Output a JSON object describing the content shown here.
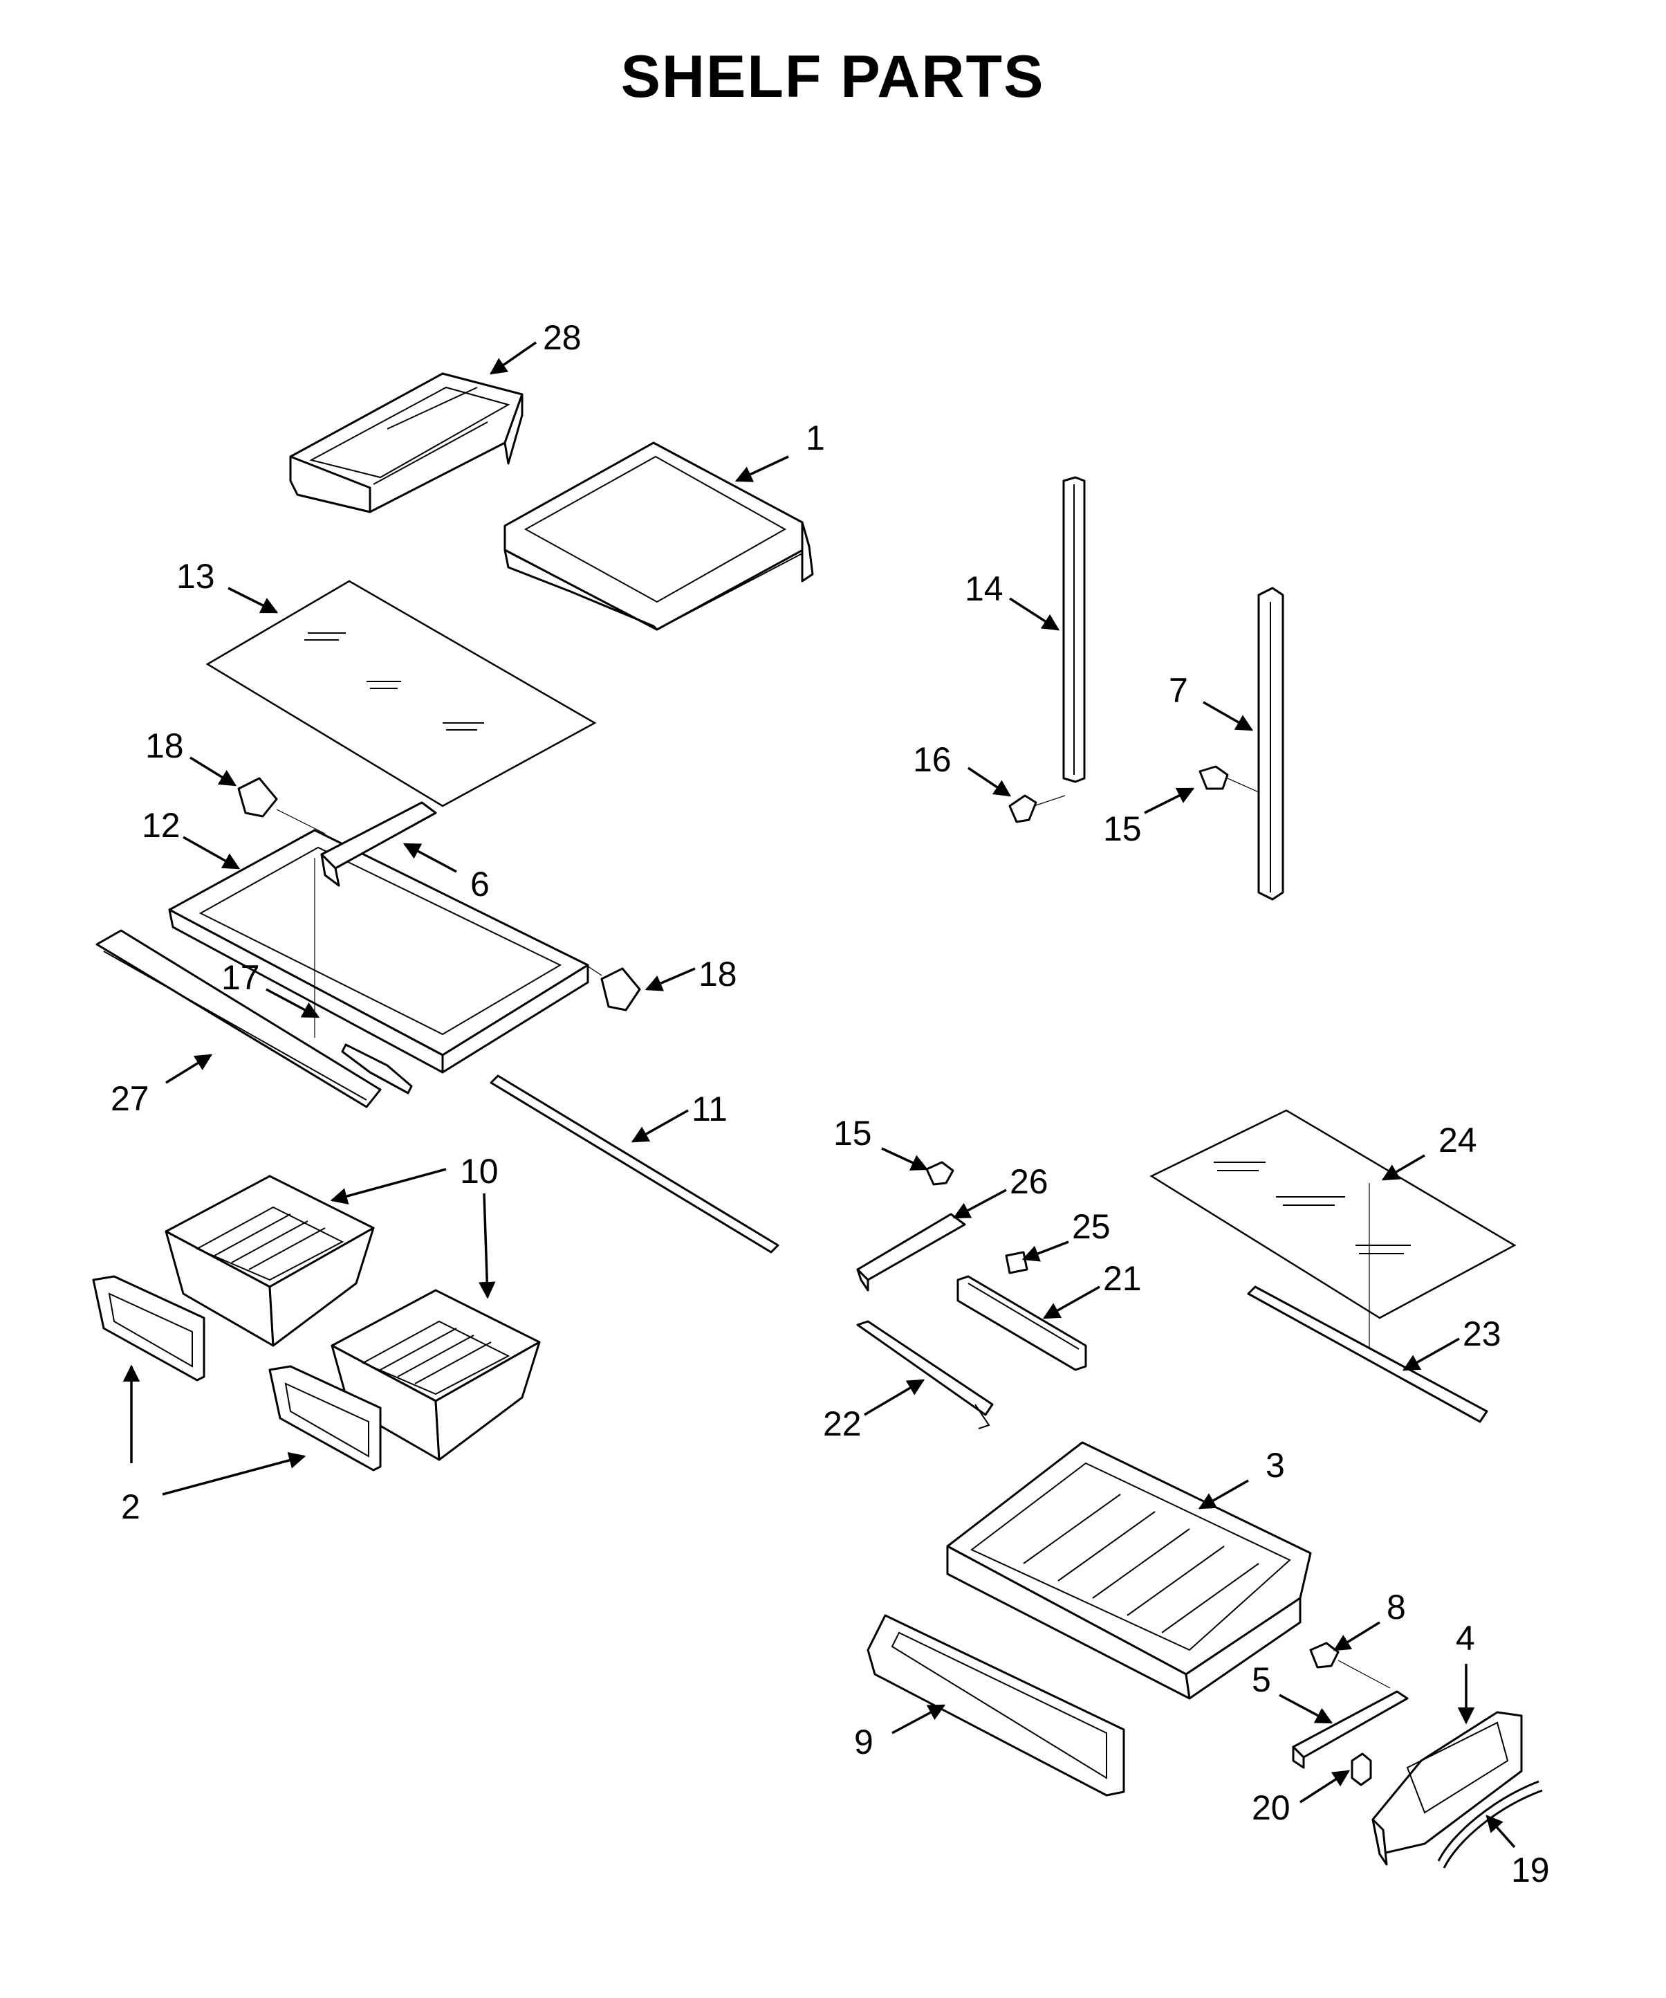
{
  "title": "SHELF PARTS",
  "callouts": [
    {
      "part": "28",
      "label": "28"
    },
    {
      "part": "1",
      "label": "1"
    },
    {
      "part": "13",
      "label": "13"
    },
    {
      "part": "14",
      "label": "14"
    },
    {
      "part": "7",
      "label": "7"
    },
    {
      "part": "16",
      "label": "16"
    },
    {
      "part": "15",
      "label": "15"
    },
    {
      "part": "18",
      "label": "18"
    },
    {
      "part": "12",
      "label": "12"
    },
    {
      "part": "6",
      "label": "6"
    },
    {
      "part": "18",
      "label": "18"
    },
    {
      "part": "17",
      "label": "17"
    },
    {
      "part": "27",
      "label": "27"
    },
    {
      "part": "11",
      "label": "11"
    },
    {
      "part": "10",
      "label": "10"
    },
    {
      "part": "2",
      "label": "2"
    },
    {
      "part": "15",
      "label": "15"
    },
    {
      "part": "26",
      "label": "26"
    },
    {
      "part": "25",
      "label": "25"
    },
    {
      "part": "21",
      "label": "21"
    },
    {
      "part": "22",
      "label": "22"
    },
    {
      "part": "24",
      "label": "24"
    },
    {
      "part": "23",
      "label": "23"
    },
    {
      "part": "3",
      "label": "3"
    },
    {
      "part": "8",
      "label": "8"
    },
    {
      "part": "4",
      "label": "4"
    },
    {
      "part": "5",
      "label": "5"
    },
    {
      "part": "9",
      "label": "9"
    },
    {
      "part": "20",
      "label": "20"
    },
    {
      "part": "19",
      "label": "19"
    }
  ]
}
